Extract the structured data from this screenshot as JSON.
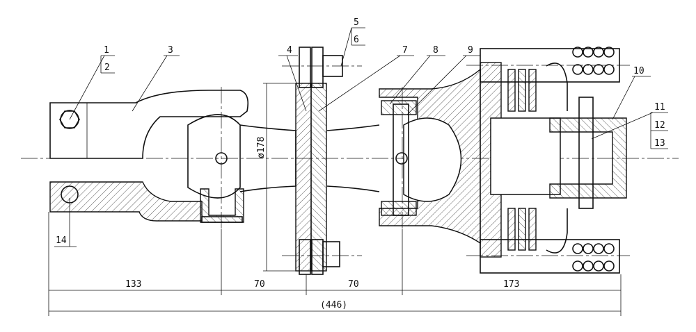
{
  "drawing": {
    "part_labels": [
      "1",
      "2",
      "3",
      "4",
      "5",
      "6",
      "7",
      "8",
      "9",
      "10",
      "11",
      "12",
      "13",
      "14"
    ],
    "dimensions": {
      "d1": "133",
      "d2": "70",
      "d3": "70",
      "d4": "173",
      "overall": "(446)",
      "diameter": "ø178"
    }
  }
}
